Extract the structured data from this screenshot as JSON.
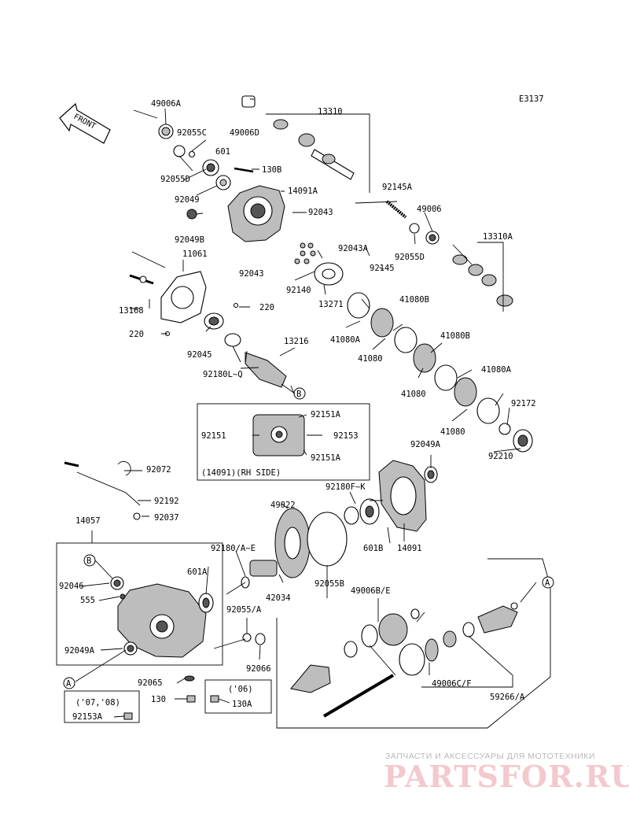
{
  "diagram_id": "E3137",
  "front_label": "FRONT",
  "callouts": {
    "p49006A": "49006A",
    "p92055C": "92055C",
    "p49006D": "49006D",
    "p13310": "13310",
    "p92055D": "92055D",
    "p601": "601",
    "p130B": "130B",
    "p92049": "92049",
    "p14091A": "14091A",
    "p92043a": "92043",
    "p92049B": "92049B",
    "p92145A": "92145A",
    "p49006": "49006",
    "p13310A": "13310A",
    "p92055D_b": "92055D",
    "p11061": "11061",
    "p92043b": "92043",
    "p92043A": "92043A",
    "p92145": "92145",
    "p92140": "92140",
    "p13168": "13168",
    "p220a": "220",
    "p220b": "220",
    "p13271": "13271",
    "p41080B_a": "41080B",
    "p41080A_a": "41080A",
    "p41080_a": "41080",
    "p13216": "13216",
    "p92045": "92045",
    "p92180LQ": "92180L~Q",
    "p41080B_b": "41080B",
    "p41080_b": "41080",
    "p41080A_b": "41080A",
    "p92172": "92172",
    "p41080_c": "41080",
    "p92210": "92210",
    "p92151A_a": "92151A",
    "p92151": "92151",
    "p92153": "92153",
    "p92151A_b": "92151A",
    "rh_side": "(14091)(RH SIDE)",
    "p92049A_a": "92049A",
    "p92072": "92072",
    "p92180FK": "92180F~K",
    "p92192": "92192",
    "p14057": "14057",
    "p92037": "92037",
    "p49022": "49022",
    "p601B": "601B",
    "p14091": "14091",
    "p92180AE": "92180/A~E",
    "p601A": "601A",
    "pB_a": "B",
    "p92046": "92046",
    "p555": "555",
    "p42034": "42034",
    "p92055B": "92055B",
    "p49006BE": "49006B/E",
    "p92055A": "92055/A",
    "p92049A_b": "92049A",
    "p92066": "92066",
    "p92065": "92065",
    "p130": "130",
    "p49006CF": "49006C/F",
    "p59266A": "59266/A",
    "pA_a": "A",
    "pA_b": "A",
    "pB_b": "B",
    "year_0708": "('07,'08)",
    "p92153A": "92153A",
    "year_06": "('06)",
    "p130A": "130A"
  },
  "watermark": {
    "top_text": "ЗАПЧАСТИ И АКСЕССУАРЫ ДЛЯ МОТОТЕХНИКИ",
    "brand": "PARTSFOR.RU"
  },
  "colors": {
    "ink": "#000000",
    "watermark_brand": "#f3c9cd",
    "watermark_text": "#b9b9b9"
  }
}
